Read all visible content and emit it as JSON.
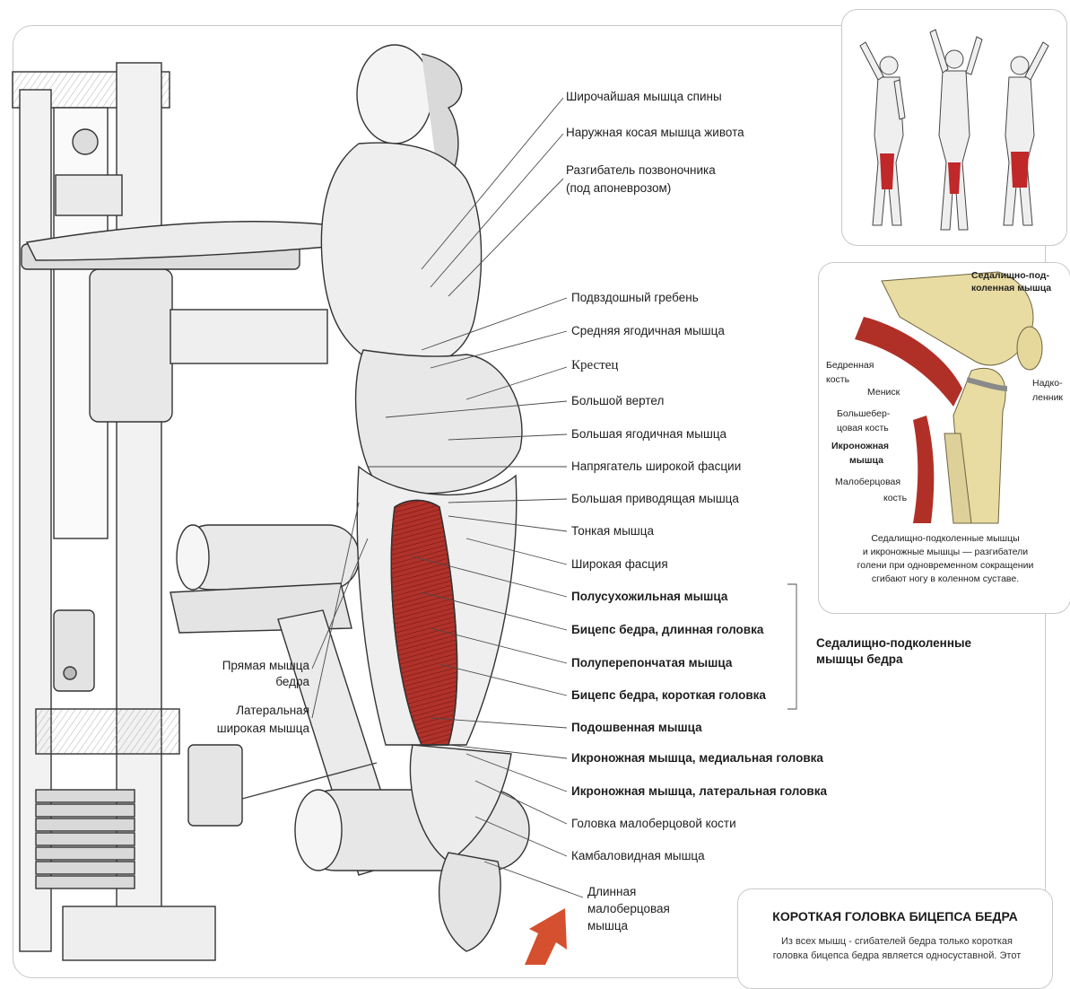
{
  "labels": {
    "latissimus": "Широчайшая мышца спины",
    "external_oblique": "Наружная косая мышца живота",
    "erector_1": "Разгибатель позвоночника",
    "erector_2": "(под апоневрозом)",
    "iliac_crest": "Подвздошный гребень",
    "gluteus_medius": "Средняя ягодичная мышца",
    "sacrum": "Крестец",
    "greater_trochanter": "Большой вертел",
    "gluteus_maximus": "Большая ягодичная мышца",
    "tfl": "Напрягатель широкой фасции",
    "adductor_magnus": "Большая приводящая мышца",
    "gracilis": "Тонкая мышца",
    "fascia_lata": "Широкая фасция",
    "semitendinosus": "Полусухожильная мышца",
    "biceps_long": "Бицепс бедра, длинная головка",
    "semimembranosus": "Полуперепончатая мышца",
    "biceps_short": "Бицепс бедра, короткая головка",
    "plantaris": "Подошвенная мышца",
    "gastro_medial": "Икроножная мышца, медиальная головка",
    "gastro_lateral": "Икроножная мышца, латеральная головка",
    "fibula_head": "Головка малоберцовой кости",
    "soleus": "Камбаловидная мышца",
    "peroneus_1": "Длинная",
    "peroneus_2": "малоберцовая",
    "peroneus_3": "мышца",
    "rectus_1": "Прямая мышца",
    "rectus_2": "бедра",
    "vastus_1": "Латеральная",
    "vastus_2": "широкая мышца",
    "hamstrings_1": "Седалищно-подколенные",
    "hamstrings_2": "мышцы бедра"
  },
  "knee_inset": {
    "ham_1": "Седалищно-под-",
    "ham_2": "коленная мышца",
    "femur_1": "Бедренная",
    "femur_2": "кость",
    "meniscus": "Мениск",
    "patella_1": "Надко-",
    "patella_2": "ленник",
    "tibia_1": "Большебер-",
    "tibia_2": "цовая кость",
    "gastro_1": "Икроножная",
    "gastro_2": "мышца",
    "fibula_1": "Малоберцовая",
    "fibula_2": "кость",
    "caption_1": "Седалищно-подколенные мышцы",
    "caption_2": "и икроножные мышцы — разгибатели",
    "caption_3": "голени при одновременном сокращении",
    "caption_4": "сгибают ногу в коленном суставе."
  },
  "infobox": {
    "title": "КОРОТКАЯ ГОЛОВКА БИЦЕПСА БЕДРА",
    "text_1": "Из всех мышц - сгибателей бедра только короткая",
    "text_2": "головка бицепса бедра является односуставной. Этот"
  },
  "colors": {
    "muscle_red": "#b0322a",
    "bone": "#e9dca2",
    "line": "#3a3a3a"
  }
}
